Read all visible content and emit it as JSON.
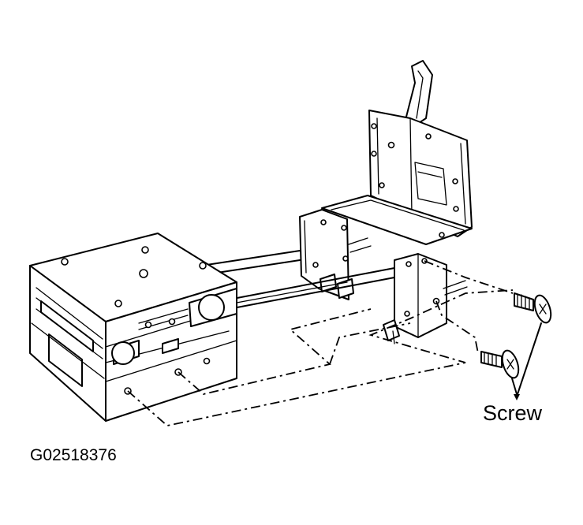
{
  "diagram": {
    "callouts": {
      "screw_label": "Screw"
    },
    "figure_id": "G02518376",
    "components": [
      "radio-unit",
      "mounting-bracket",
      "screw-upper",
      "screw-lower"
    ]
  }
}
